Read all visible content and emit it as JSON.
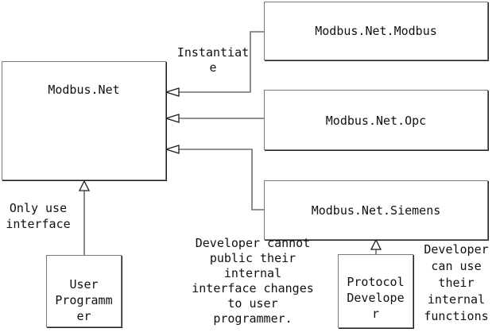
{
  "diagram": {
    "title": "Modbus.Net architecture diagram",
    "colors": {
      "background": "#ffffff",
      "box_border": "#7a7a7a",
      "box_shadow": "#1f1f1f",
      "connector_line": "#6f6f6f",
      "arrowhead_stroke": "#1a1a1a",
      "text": "#111111"
    },
    "nodes": {
      "core": {
        "label": "Modbus.Net"
      },
      "modbus": {
        "label": "Modbus.Net.Modbus"
      },
      "opc": {
        "label": "Modbus.Net.Opc"
      },
      "siemens": {
        "label": "Modbus.Net.Siemens"
      },
      "user": {
        "label": "User\nProgramm\ner"
      },
      "protocol": {
        "label": "Protocol\nDevelope\nr"
      }
    },
    "annotations": {
      "instantiate": "Instantiat\ne",
      "only_use": "Only use\ninterface",
      "developer_cannot": "Developer cannot\npublic their\ninternal\ninterface changes\nto user\nprogrammer.",
      "developer_can": "Developer\ncan use\ntheir\ninternal\nfunctions"
    },
    "edges": [
      {
        "from": "Modbus.Net.Modbus",
        "to": "Modbus.Net",
        "arrowhead": "open-triangle",
        "label": "Instantiate"
      },
      {
        "from": "Modbus.Net.Opc",
        "to": "Modbus.Net",
        "arrowhead": "open-triangle",
        "label": ""
      },
      {
        "from": "Modbus.Net.Siemens",
        "to": "Modbus.Net",
        "arrowhead": "open-triangle",
        "label": ""
      },
      {
        "from": "User Programmer",
        "to": "Modbus.Net",
        "arrowhead": "open-triangle",
        "label": "Only use interface"
      },
      {
        "from": "Protocol Developer",
        "to": "Modbus.Net.Siemens",
        "arrowhead": "open-triangle",
        "label": ""
      }
    ]
  }
}
